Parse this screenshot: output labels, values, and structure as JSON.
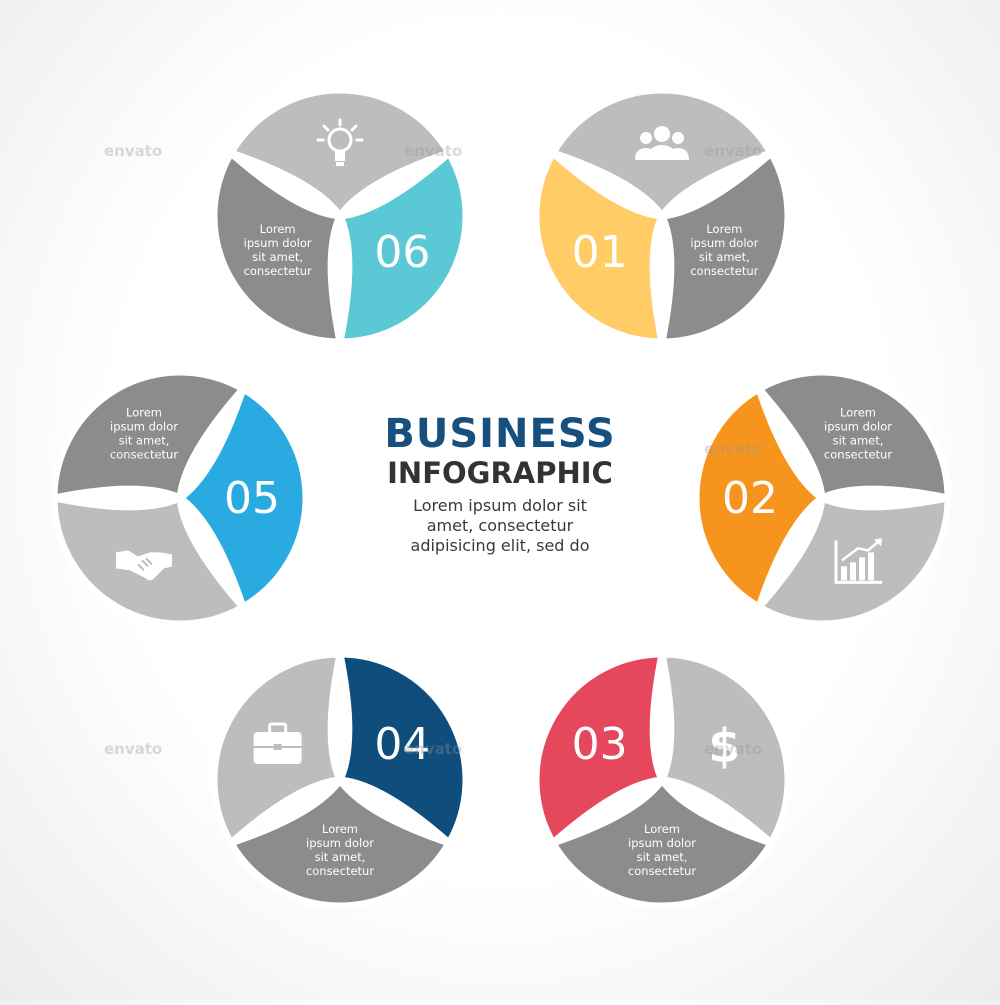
{
  "title": {
    "line1": "BUSINESS",
    "line2": "INFOGRAPHIC",
    "body": [
      "Lorem ipsum dolor sit",
      "amet, consectetur",
      "adipisicing elit, sed do"
    ]
  },
  "watermark": "envato",
  "colors": {
    "step01": "#ffcc66",
    "step02": "#f7941d",
    "step03": "#e5485d",
    "step04": "#0e4d7c",
    "step05": "#29abe2",
    "step06": "#5bc8d6",
    "gray_dark": "#8c8c8c",
    "gray_mid": "#a6a6a6",
    "gray_light": "#bdbdbd"
  },
  "steps": [
    {
      "number": "01",
      "icon": "people-icon",
      "text": [
        "Lorem",
        "ipsum dolor",
        "sit amet,",
        "consectetur"
      ]
    },
    {
      "number": "02",
      "icon": "bar-chart-icon",
      "text": [
        "Lorem",
        "ipsum dolor",
        "sit amet,",
        "consectetur"
      ]
    },
    {
      "number": "03",
      "icon": "dollar-icon",
      "text": [
        "Lorem",
        "ipsum dolor",
        "sit amet,",
        "consectetur"
      ]
    },
    {
      "number": "04",
      "icon": "briefcase-icon",
      "text": [
        "Lorem",
        "ipsum dolor",
        "sit amet,",
        "consectetur"
      ]
    },
    {
      "number": "05",
      "icon": "handshake-icon",
      "text": [
        "Lorem",
        "ipsum dolor",
        "sit amet,",
        "consectetur"
      ]
    },
    {
      "number": "06",
      "icon": "lightbulb-icon",
      "text": [
        "Lorem",
        "ipsum dolor",
        "sit amet,",
        "consectetur"
      ]
    }
  ]
}
